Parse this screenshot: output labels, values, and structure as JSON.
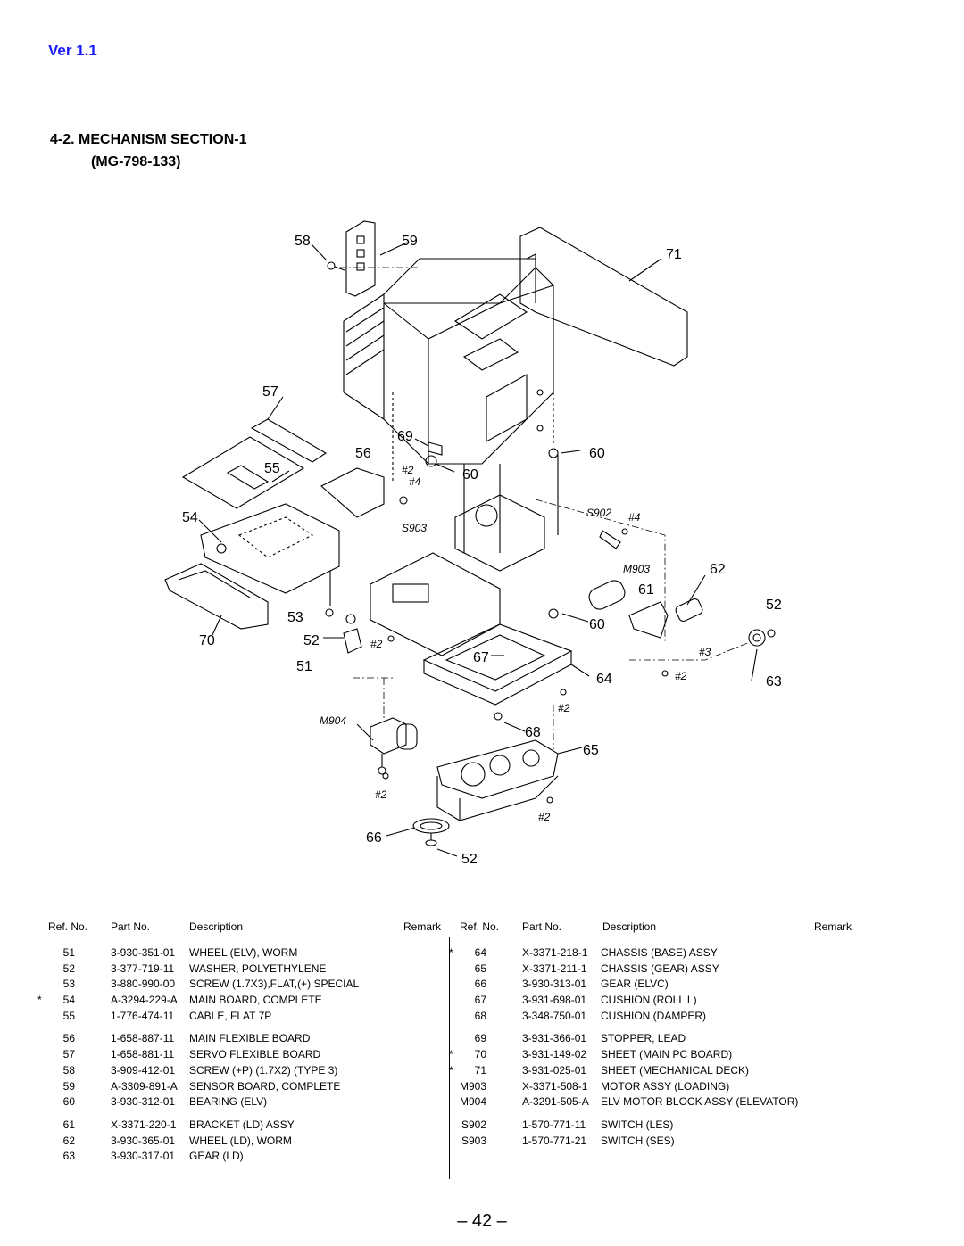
{
  "version": "Ver 1.1",
  "section": {
    "title": "4-2.  MECHANISM  SECTION-1",
    "subtitle": "(MG-798-133)"
  },
  "diagram": {
    "callouts": [
      "58",
      "59",
      "71",
      "57",
      "69",
      "56",
      "60",
      "55",
      "60",
      "54",
      "62",
      "61",
      "52",
      "53",
      "70",
      "52",
      "60",
      "51",
      "67",
      "64",
      "63",
      "68",
      "65",
      "66",
      "52"
    ],
    "notes": [
      "#2",
      "#4",
      "S903",
      "S902",
      "#4",
      "M903",
      "#3",
      "#2",
      "#2",
      "M904",
      "#2",
      "#2"
    ]
  },
  "table": {
    "headers": {
      "ref": "Ref. No.",
      "part": "Part No.",
      "desc": "Description",
      "remark": "Remark"
    },
    "left": [
      {
        "mark": "",
        "ref": "51",
        "part": "3-930-351-01",
        "desc": "WHEEL (ELV), WORM"
      },
      {
        "mark": "",
        "ref": "52",
        "part": "3-377-719-11",
        "desc": "WASHER, POLYETHYLENE"
      },
      {
        "mark": "",
        "ref": "53",
        "part": "3-880-990-00",
        "desc": "SCREW (1.7X3),FLAT,(+) SPECIAL"
      },
      {
        "mark": "*",
        "ref": "54",
        "part": "A-3294-229-A",
        "desc": "MAIN BOARD, COMPLETE"
      },
      {
        "mark": "",
        "ref": "55",
        "part": "1-776-474-11",
        "desc": "CABLE, FLAT 7P"
      },
      {
        "mark": "",
        "ref": "56",
        "part": "1-658-887-11",
        "desc": "MAIN FLEXIBLE BOARD"
      },
      {
        "mark": "",
        "ref": "57",
        "part": "1-658-881-11",
        "desc": "SERVO FLEXIBLE BOARD"
      },
      {
        "mark": "",
        "ref": "58",
        "part": "3-909-412-01",
        "desc": "SCREW (+P) (1.7X2) (TYPE 3)"
      },
      {
        "mark": "",
        "ref": "59",
        "part": "A-3309-891-A",
        "desc": "SENSOR BOARD, COMPLETE"
      },
      {
        "mark": "",
        "ref": "60",
        "part": "3-930-312-01",
        "desc": "BEARING (ELV)"
      },
      {
        "mark": "",
        "ref": "61",
        "part": "X-3371-220-1",
        "desc": "BRACKET (LD) ASSY"
      },
      {
        "mark": "",
        "ref": "62",
        "part": "3-930-365-01",
        "desc": "WHEEL (LD), WORM"
      },
      {
        "mark": "",
        "ref": "63",
        "part": "3-930-317-01",
        "desc": "GEAR (LD)"
      }
    ],
    "right": [
      {
        "mark": "*",
        "ref": "64",
        "part": "X-3371-218-1",
        "desc": "CHASSIS (BASE) ASSY"
      },
      {
        "mark": "",
        "ref": "65",
        "part": "X-3371-211-1",
        "desc": "CHASSIS (GEAR) ASSY"
      },
      {
        "mark": "",
        "ref": "66",
        "part": "3-930-313-01",
        "desc": "GEAR (ELVC)"
      },
      {
        "mark": "",
        "ref": "67",
        "part": "3-931-698-01",
        "desc": "CUSHION (ROLL L)"
      },
      {
        "mark": "",
        "ref": "68",
        "part": "3-348-750-01",
        "desc": "CUSHION (DAMPER)"
      },
      {
        "mark": "",
        "ref": "69",
        "part": "3-931-366-01",
        "desc": "STOPPER, LEAD"
      },
      {
        "mark": "*",
        "ref": "70",
        "part": "3-931-149-02",
        "desc": "SHEET (MAIN PC BOARD)"
      },
      {
        "mark": "*",
        "ref": "71",
        "part": "3-931-025-01",
        "desc": "SHEET (MECHANICAL DECK)"
      },
      {
        "mark": "",
        "ref": "M903",
        "part": "X-3371-508-1",
        "desc": "MOTOR ASSY (LOADING)"
      },
      {
        "mark": "",
        "ref": "M904",
        "part": "A-3291-505-A",
        "desc": "ELV MOTOR BLOCK ASSY (ELEVATOR)"
      },
      {
        "mark": "",
        "ref": "S902",
        "part": "1-570-771-11",
        "desc": "SWITCH (LES)"
      },
      {
        "mark": "",
        "ref": "S903",
        "part": "1-570-771-21",
        "desc": "SWITCH (SES)"
      }
    ]
  },
  "page_number": "– 42 –"
}
